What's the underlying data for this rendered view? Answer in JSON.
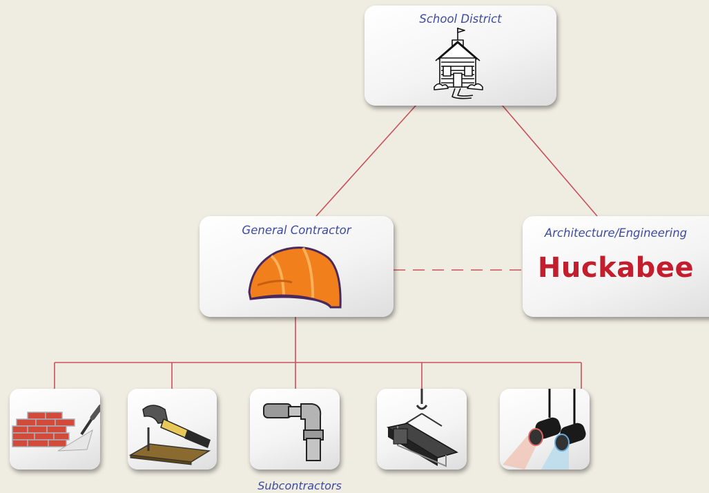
{
  "nodes": {
    "school_district": {
      "label": "School District",
      "icon": "schoolhouse-icon"
    },
    "general_contractor": {
      "label": "General Contractor",
      "icon": "hard-hat-icon"
    },
    "architecture": {
      "label": "Architecture/Engineering",
      "logo_text": "Huckabee"
    }
  },
  "subcontractors": {
    "caption": "Subcontractors",
    "items": [
      {
        "icon": "masonry-bricks-trowel-icon"
      },
      {
        "icon": "carpentry-hammer-icon"
      },
      {
        "icon": "plumbing-pipe-icon"
      },
      {
        "icon": "steel-beam-crane-icon"
      },
      {
        "icon": "stage-lighting-icon"
      }
    ]
  },
  "colors": {
    "connector": "#c8505a",
    "title_text": "#3d4aa3",
    "logo": "#c21e2e",
    "background": "#efece1"
  }
}
